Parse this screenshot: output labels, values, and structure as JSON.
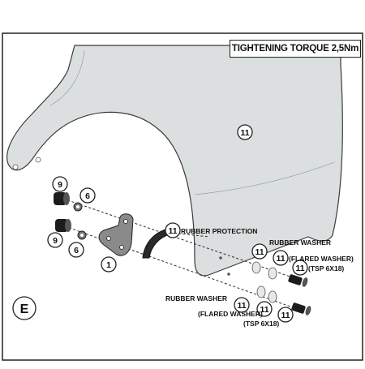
{
  "torque": {
    "label": "TIGHTENING TORQUE 2,5Nm"
  },
  "section": {
    "letter": "E"
  },
  "parts": {
    "p11": "11",
    "p9": "9",
    "p6": "6",
    "p1": "1"
  },
  "labels": {
    "rubber_protection": "RUBBER PROTECTION",
    "rubber_washer": "RUBBER WASHER",
    "flared_washer": "(FLARED WASHER)",
    "tsp": "(TSP 6X18)"
  },
  "colors": {
    "windshield": "#dcdfdf",
    "line": "#2a2a2a",
    "part_dark": "#1c1c1c",
    "bracket": "#8a8a8a"
  }
}
